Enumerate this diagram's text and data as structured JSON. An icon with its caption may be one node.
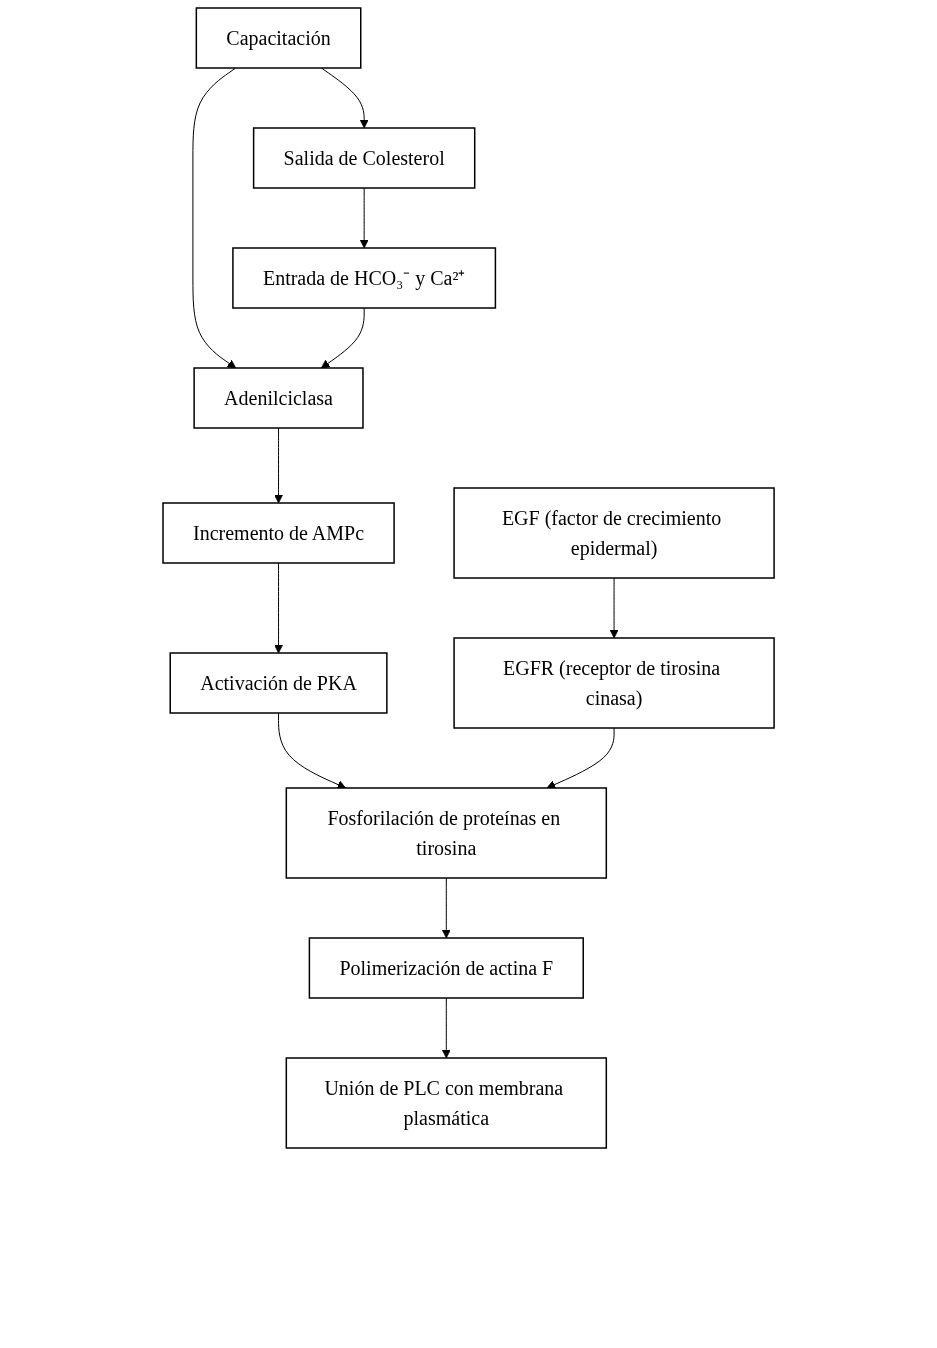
{
  "diagram": {
    "nodes": [
      {
        "text": [
          "Salida de Colesterol"
        ]
      },
      {
        "text": [
          "Capacitación"
        ]
      },
      {
        "text": [
          "Entrada de HCO₃⁻ y Ca²⁺"
        ]
      },
      {
        "text": [
          "Adenilciclasa"
        ]
      },
      {
        "text": [
          "Incremento de AMPc"
        ]
      },
      {
        "text": [
          "EGF (factor de crecimiento epidermal)"
        ]
      },
      {
        "text": [
          "Activación de PKA"
        ]
      },
      {
        "text": [
          "EGFR (receptor de tirosina cinasa)"
        ]
      },
      {
        "text": [
          "Fosforilación de proteínas en tirosina"
        ]
      },
      {
        "text": [
          "Polimerización de actina F"
        ]
      },
      {
        "text": [
          "Unión de PLC con membrana plasmática"
        ]
      }
    ],
    "edges": [
      {
        "from": 1,
        "to": 0,
        "arrow": "to"
      },
      {
        "from": 0,
        "to": 2,
        "arrow": "to"
      },
      {
        "from": 1,
        "to": 3,
        "arrow": "to"
      },
      {
        "from": 2,
        "to": 3,
        "arrow": "to"
      },
      {
        "from": 3,
        "to": 4,
        "arrow": "to"
      },
      {
        "from": 4,
        "to": 6,
        "arrow": "to"
      },
      {
        "from": 5,
        "to": 7,
        "arrow": "to"
      },
      {
        "from": 6,
        "to": 8,
        "arrow": "to"
      },
      {
        "from": 7,
        "to": 8,
        "arrow": "to"
      },
      {
        "from": 8,
        "to": 9,
        "arrow": "to"
      },
      {
        "from": 9,
        "to": 10,
        "arrow": "to"
      }
    ]
  }
}
